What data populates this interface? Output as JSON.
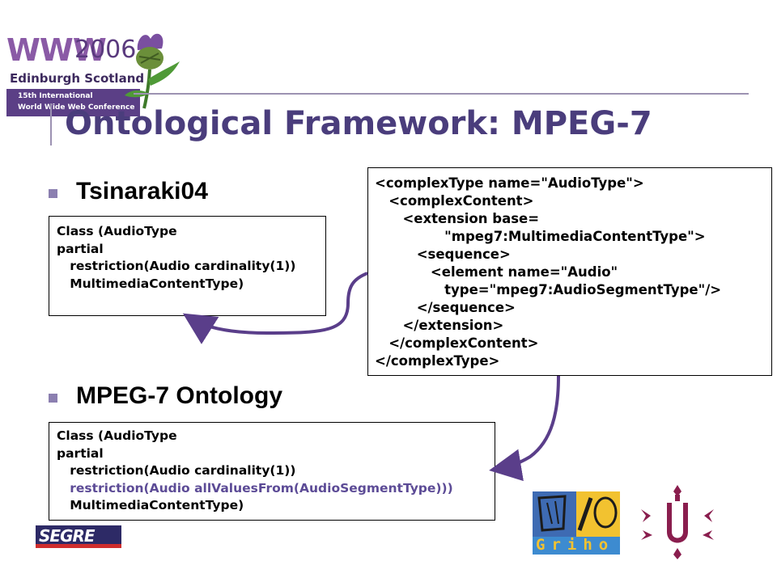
{
  "header": {
    "logo": {
      "www": "WWW",
      "year": "2006",
      "city": "Edinburgh Scotland",
      "conference_line1": "15th International",
      "conference_line2": "World Wide Web Conference"
    },
    "title": "Ontological Framework: MPEG-7"
  },
  "bullets": [
    {
      "label": "Tsinaraki04"
    },
    {
      "label": "MPEG-7 Ontology"
    }
  ],
  "tsinaraki_box": {
    "lines": [
      "Class (AudioType",
      "partial",
      "   restriction(Audio cardinality(1))",
      "   MultimediaContentType)"
    ]
  },
  "xml_box": {
    "lines": [
      "<complexType name=\"AudioType\">",
      "   <complexContent>",
      "      <extension base=",
      "               \"mpeg7:MultimediaContentType\">",
      "         <sequence>",
      "            <element name=\"Audio\"",
      "               type=\"mpeg7:AudioSegmentType\"/>",
      "         </sequence>",
      "      </extension>",
      "   </complexContent>",
      "</complexType>"
    ]
  },
  "mpeg7_box": {
    "lines": [
      "Class (AudioType",
      "partial",
      "   restriction(Audio cardinality(1))",
      "   restriction(Audio allValuesFrom(AudioSegmentType)))",
      "   MultimediaContentType)"
    ],
    "accent_line": "   restriction(Audio allValuesFrom(AudioSegmentType)))"
  },
  "footer_logos": {
    "segre": "SEGRE",
    "griho": "Griho"
  },
  "colors": {
    "title": "#4a3d7c",
    "accent": "#5c4b96",
    "arrow": "#5a3e8a",
    "bullet": "#8b7fb0",
    "rule": "#9c92b2"
  }
}
